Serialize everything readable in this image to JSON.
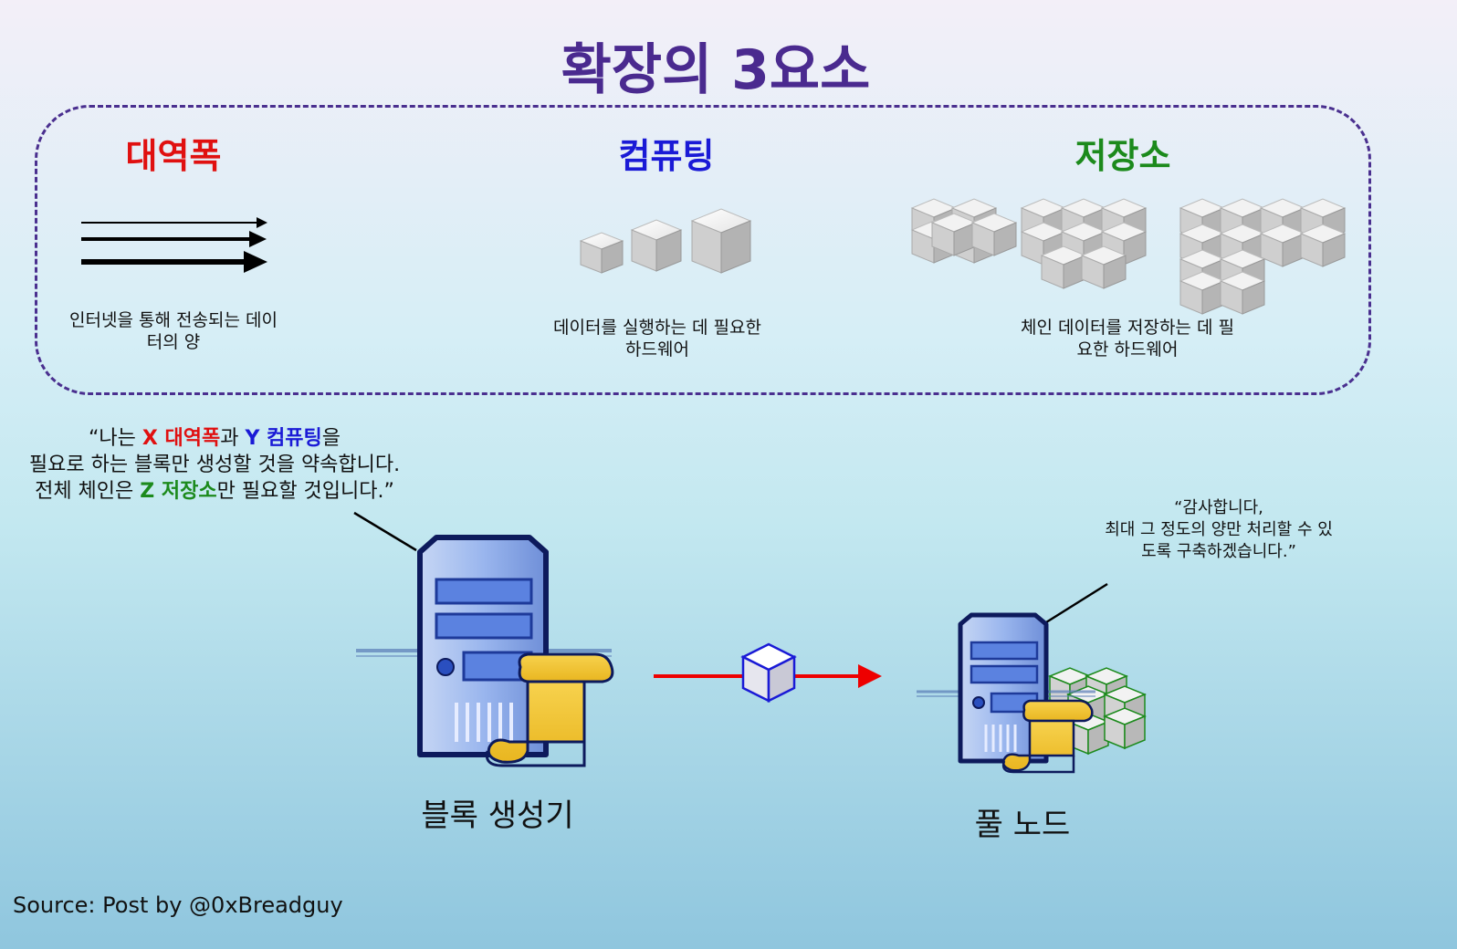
{
  "title": "확장의 3요소",
  "colors": {
    "title": "#4a2a8f",
    "bandwidth": "#e01010",
    "compute": "#1a1ad6",
    "storage": "#1c8a1c",
    "frame_border": "#4a2f8f",
    "arrow": "#ee0000"
  },
  "factors": [
    {
      "title": "대역폭",
      "description": "인터넷을 통해 전송되는 데이\n터의 양",
      "icon": "arrows-icon"
    },
    {
      "title": "컴퓨팅",
      "description": "데이터를 실행하는 데 필요한\n하드웨어",
      "icon": "cubes-icon"
    },
    {
      "title": "저장소",
      "description": "체인 데이터를 저장하는 데 필\n요한 하드웨어",
      "icon": "cube-stacks-icon"
    }
  ],
  "producer_quote": {
    "open": "“나는 ",
    "x": "X 대역폭",
    "mid1": "과 ",
    "y": "Y 컴퓨팅",
    "mid2": "을",
    "line2": "필요로 하는 블록만 생성할 것을 약속합니다.",
    "line3_pre": "전체 체인은 ",
    "z": "Z 저장소",
    "line3_post": "만 필요할 것입니다.”"
  },
  "node_quote": {
    "line1": "“감사합니다,",
    "line2": "최대 그 정도의 양만 처리할 수 있",
    "line3": "도록 구축하겠습니다.”"
  },
  "producer_label": "블록 생성기",
  "node_label": "풀 노드",
  "source": "Source: Post by @0xBreadguy"
}
